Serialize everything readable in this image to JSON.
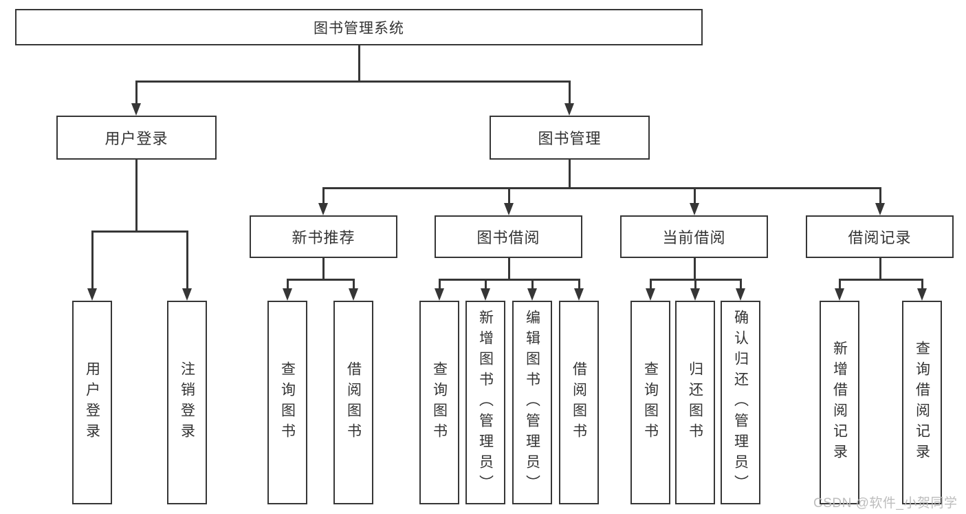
{
  "diagram": {
    "title_node": {
      "label": "图书管理系统"
    },
    "level2": [
      {
        "label": "用户登录"
      },
      {
        "label": "图书管理"
      }
    ],
    "level3": [
      {
        "label": "新书推荐"
      },
      {
        "label": "图书借阅"
      },
      {
        "label": "当前借阅"
      },
      {
        "label": "借阅记录"
      }
    ],
    "leaves": [
      {
        "label": "用户登录"
      },
      {
        "label": "注销登录"
      },
      {
        "label": "查询图书"
      },
      {
        "label": "借阅图书"
      },
      {
        "label": "查询图书"
      },
      {
        "label": "新增图书（管理员）"
      },
      {
        "label": "编辑图书（管理员）"
      },
      {
        "label": "借阅图书"
      },
      {
        "label": "查询图书"
      },
      {
        "label": "归还图书"
      },
      {
        "label": "确认归还（管理员）"
      },
      {
        "label": "新增借阅记录"
      },
      {
        "label": "查询借阅记录"
      }
    ],
    "hierarchy": {
      "图书管理系统": {
        "用户登录": [
          "用户登录",
          "注销登录"
        ],
        "图书管理": {
          "新书推荐": [
            "查询图书",
            "借阅图书"
          ],
          "图书借阅": [
            "查询图书",
            "新增图书（管理员）",
            "编辑图书（管理员）",
            "借阅图书"
          ],
          "当前借阅": [
            "查询图书",
            "归还图书",
            "确认归还（管理员）"
          ],
          "借阅记录": [
            "新增借阅记录",
            "查询借阅记录"
          ]
        }
      }
    },
    "colors": {
      "line": "#363636",
      "text": "#333333",
      "background": "#ffffff",
      "watermark": "#b9b9b9"
    },
    "watermark": {
      "text": "CSDN @软件_小贺同学"
    }
  }
}
